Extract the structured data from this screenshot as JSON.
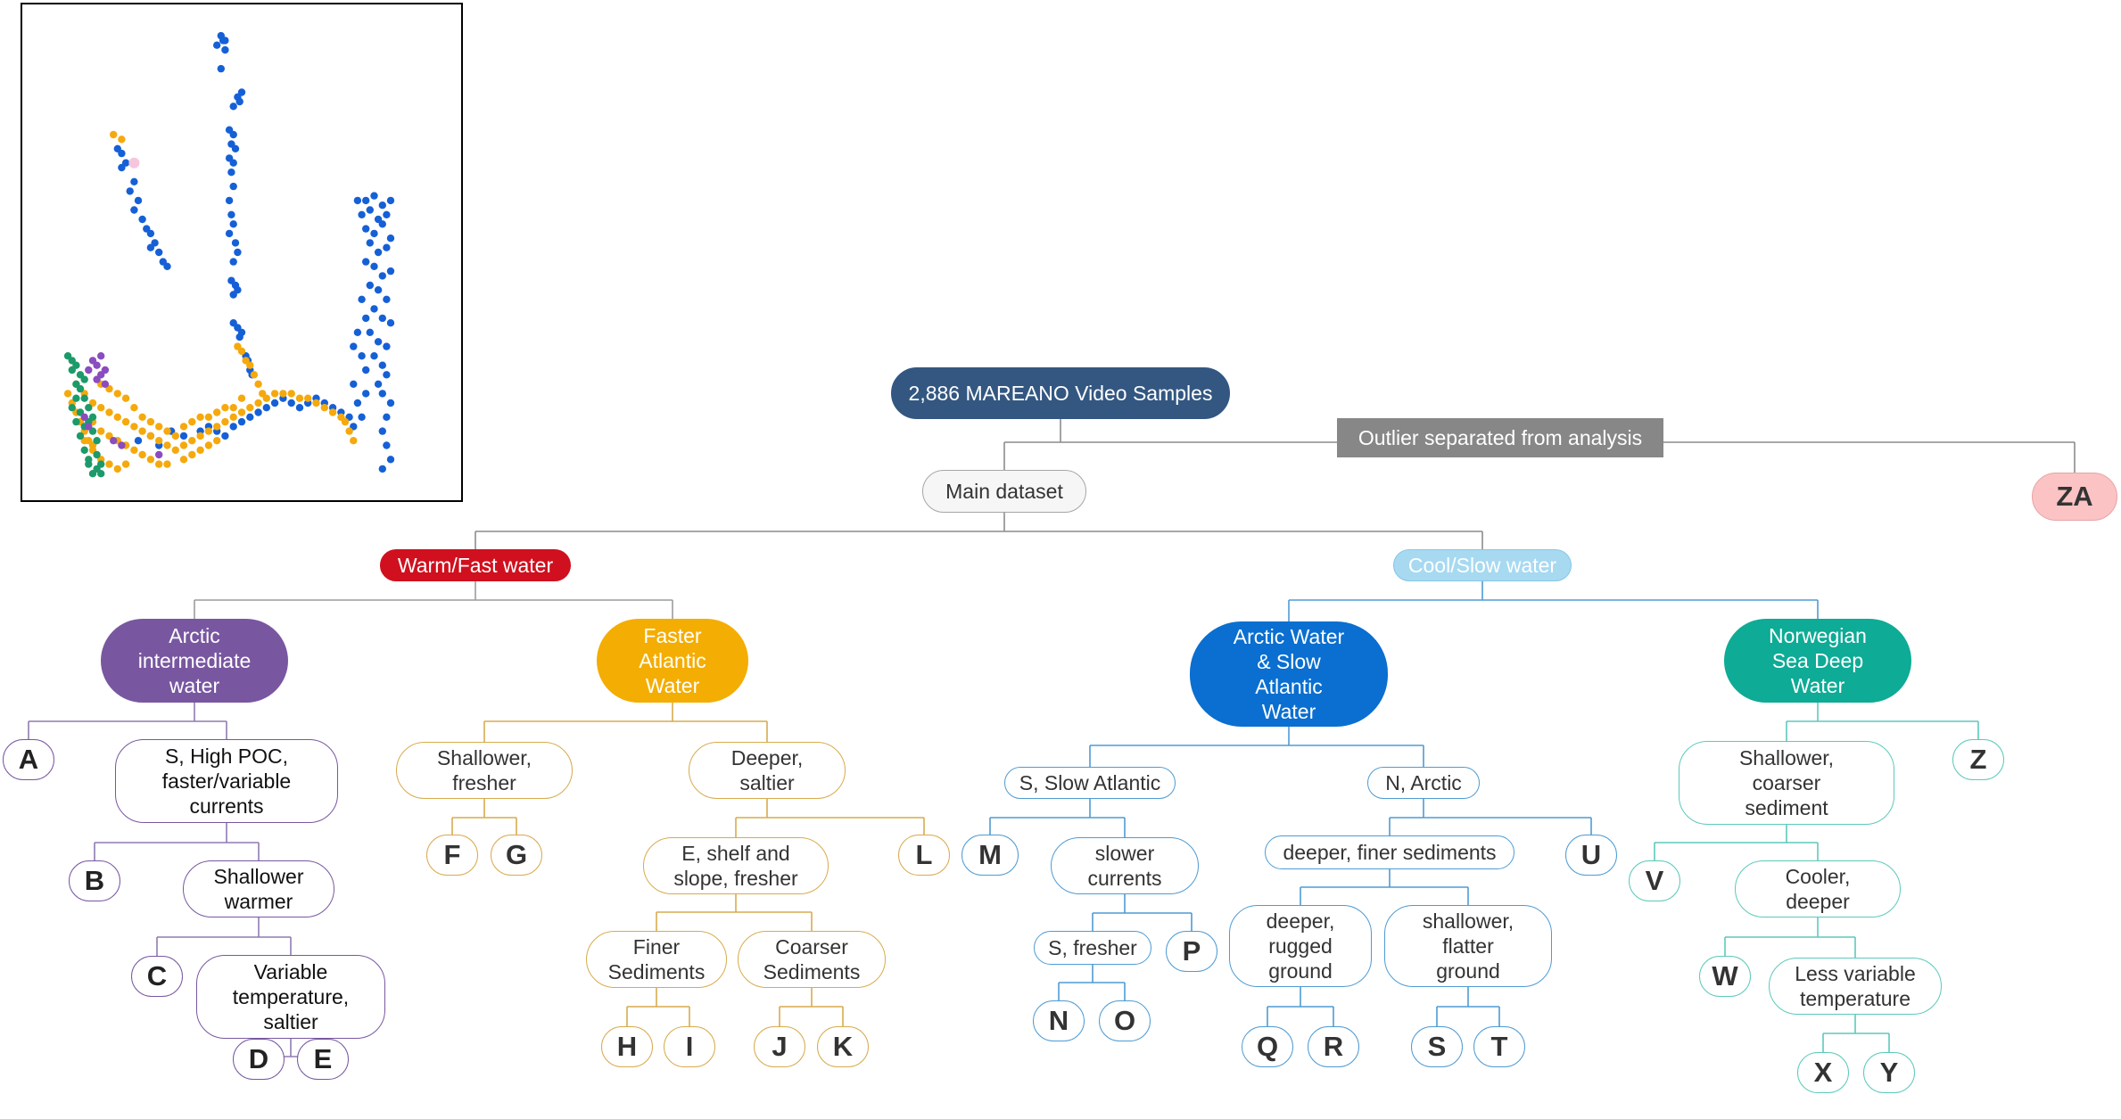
{
  "colors": {
    "root": "#335781",
    "outlier": "#878787",
    "za": "#fbc3c4",
    "warm": "#d0101e",
    "cool": "#a7d9f1",
    "purple": "#7857a0",
    "orange": "#f4ad02",
    "blue": "#0a6fd0",
    "teal": "#0eab96",
    "scatter_blue": "#1560d6",
    "scatter_orange": "#f5a90c",
    "scatter_green": "#1c9a6a",
    "scatter_purple": "#8a4cbf",
    "scatter_pink": "#f6c6dd"
  },
  "scatter": {
    "xlim": [
      0,
      100
    ],
    "ylim": [
      0,
      100
    ],
    "series": [
      {
        "color": "#1560d6",
        "points": [
          [
            45,
            96
          ],
          [
            46,
            95
          ],
          [
            44,
            94
          ],
          [
            46,
            93
          ],
          [
            45.5,
            95
          ],
          [
            45,
            89
          ],
          [
            49,
            83
          ],
          [
            50,
            84
          ],
          [
            49.5,
            82
          ],
          [
            48,
            81
          ],
          [
            47,
            76
          ],
          [
            48,
            75
          ],
          [
            47.5,
            73
          ],
          [
            48.5,
            72
          ],
          [
            47,
            70
          ],
          [
            48,
            69
          ],
          [
            47.5,
            67
          ],
          [
            48,
            64
          ],
          [
            47,
            61
          ],
          [
            47.5,
            58
          ],
          [
            48,
            56
          ],
          [
            47,
            54
          ],
          [
            48.5,
            52
          ],
          [
            49,
            50
          ],
          [
            48,
            48
          ],
          [
            47.5,
            44
          ],
          [
            48.5,
            43
          ],
          [
            49,
            42
          ],
          [
            48,
            41
          ],
          [
            20,
            72
          ],
          [
            21,
            71
          ],
          [
            22,
            69
          ],
          [
            21,
            68
          ],
          [
            24,
            65
          ],
          [
            23,
            63
          ],
          [
            25,
            61
          ],
          [
            24,
            59
          ],
          [
            26,
            57
          ],
          [
            27,
            55
          ],
          [
            28,
            54
          ],
          [
            29,
            52
          ],
          [
            28,
            51
          ],
          [
            30,
            50
          ],
          [
            31,
            48
          ],
          [
            32,
            47
          ],
          [
            48,
            35
          ],
          [
            49,
            34
          ],
          [
            50,
            33
          ],
          [
            49.5,
            32
          ],
          [
            51,
            28
          ],
          [
            51.5,
            27
          ],
          [
            52,
            25
          ],
          [
            52.5,
            24
          ],
          [
            78,
            61
          ],
          [
            80,
            61
          ],
          [
            82,
            62
          ],
          [
            84,
            60
          ],
          [
            86,
            61
          ],
          [
            79,
            58
          ],
          [
            81,
            59
          ],
          [
            83,
            57
          ],
          [
            85,
            58
          ],
          [
            80,
            55
          ],
          [
            82,
            54
          ],
          [
            84,
            56
          ],
          [
            86,
            53
          ],
          [
            81,
            52
          ],
          [
            83,
            50
          ],
          [
            85,
            51
          ],
          [
            80,
            48
          ],
          [
            82,
            47
          ],
          [
            84,
            45
          ],
          [
            86,
            46
          ],
          [
            81,
            43
          ],
          [
            83,
            42
          ],
          [
            85,
            40
          ],
          [
            82,
            38
          ],
          [
            84,
            36
          ],
          [
            86,
            35
          ],
          [
            81,
            33
          ],
          [
            83,
            31
          ],
          [
            85,
            30
          ],
          [
            82,
            28
          ],
          [
            84,
            26
          ],
          [
            85,
            24
          ],
          [
            83,
            22
          ],
          [
            84,
            20
          ],
          [
            86,
            18
          ],
          [
            85,
            15
          ],
          [
            84,
            12
          ],
          [
            85,
            9
          ],
          [
            86,
            6
          ],
          [
            84,
            4
          ],
          [
            78,
            18
          ],
          [
            79,
            15
          ],
          [
            80,
            20
          ],
          [
            77,
            22
          ],
          [
            80,
            25
          ],
          [
            79,
            28
          ],
          [
            77,
            30
          ],
          [
            78,
            33
          ],
          [
            80,
            36
          ],
          [
            79,
            40
          ],
          [
            60,
            19
          ],
          [
            62,
            18
          ],
          [
            64,
            17
          ],
          [
            66,
            18
          ],
          [
            68,
            19
          ],
          [
            70,
            18
          ],
          [
            72,
            17
          ],
          [
            74,
            16
          ],
          [
            76,
            15
          ],
          [
            77,
            13
          ],
          [
            58,
            18
          ],
          [
            56,
            17
          ],
          [
            54,
            16
          ],
          [
            52,
            15
          ],
          [
            50,
            14
          ],
          [
            48,
            13
          ],
          [
            46,
            11
          ],
          [
            44,
            12
          ],
          [
            42,
            13
          ],
          [
            40,
            12
          ],
          [
            25,
            10
          ],
          [
            28,
            11
          ],
          [
            30,
            9
          ],
          [
            33,
            12
          ],
          [
            36,
            11
          ]
        ]
      },
      {
        "color": "#f5a90c",
        "points": [
          [
            10,
            22
          ],
          [
            12,
            20
          ],
          [
            14,
            18
          ],
          [
            16,
            17
          ],
          [
            18,
            16
          ],
          [
            20,
            15
          ],
          [
            22,
            14
          ],
          [
            24,
            13
          ],
          [
            26,
            12
          ],
          [
            28,
            11
          ],
          [
            30,
            10
          ],
          [
            32,
            9
          ],
          [
            34,
            8
          ],
          [
            36,
            9
          ],
          [
            38,
            10
          ],
          [
            40,
            11
          ],
          [
            42,
            12
          ],
          [
            44,
            13
          ],
          [
            46,
            14
          ],
          [
            48,
            15
          ],
          [
            50,
            16
          ],
          [
            52,
            17
          ],
          [
            54,
            18
          ],
          [
            56,
            19
          ],
          [
            58,
            20
          ],
          [
            60,
            20
          ],
          [
            62,
            20
          ],
          [
            64,
            19
          ],
          [
            66,
            19
          ],
          [
            68,
            18
          ],
          [
            70,
            17
          ],
          [
            72,
            16
          ],
          [
            74,
            15
          ],
          [
            75,
            14
          ],
          [
            76,
            12
          ],
          [
            77,
            10
          ],
          [
            16,
            22
          ],
          [
            18,
            21
          ],
          [
            20,
            20
          ],
          [
            22,
            19
          ],
          [
            24,
            17
          ],
          [
            26,
            15
          ],
          [
            28,
            14
          ],
          [
            30,
            13
          ],
          [
            32,
            12
          ],
          [
            34,
            11
          ],
          [
            36,
            13
          ],
          [
            38,
            14
          ],
          [
            40,
            15
          ],
          [
            42,
            15
          ],
          [
            44,
            16
          ],
          [
            46,
            17
          ],
          [
            48,
            17
          ],
          [
            50,
            19
          ],
          [
            14,
            14
          ],
          [
            16,
            12
          ],
          [
            18,
            11
          ],
          [
            20,
            10
          ],
          [
            22,
            9
          ],
          [
            24,
            8
          ],
          [
            26,
            7
          ],
          [
            28,
            6
          ],
          [
            30,
            5
          ],
          [
            32,
            5
          ],
          [
            12,
            10
          ],
          [
            14,
            8
          ],
          [
            16,
            6
          ],
          [
            18,
            5
          ],
          [
            20,
            4
          ],
          [
            22,
            5
          ],
          [
            8,
            20
          ],
          [
            9,
            18
          ],
          [
            10,
            16
          ],
          [
            11,
            14
          ],
          [
            12,
            12
          ],
          [
            13,
            10
          ],
          [
            14,
            9
          ],
          [
            49,
            30
          ],
          [
            50,
            29
          ],
          [
            51,
            27
          ],
          [
            52,
            26
          ],
          [
            53,
            24
          ],
          [
            54,
            22
          ],
          [
            55,
            20
          ],
          [
            36,
            6
          ],
          [
            38,
            7
          ],
          [
            40,
            8
          ],
          [
            42,
            9
          ],
          [
            44,
            10
          ],
          [
            19,
            75
          ],
          [
            21,
            74
          ]
        ]
      },
      {
        "color": "#1c9a6a",
        "points": [
          [
            8,
            28
          ],
          [
            9,
            27
          ],
          [
            10,
            26
          ],
          [
            11,
            24
          ],
          [
            12,
            23
          ],
          [
            9,
            25
          ],
          [
            10,
            22
          ],
          [
            11,
            21
          ],
          [
            12,
            19
          ],
          [
            13,
            17
          ],
          [
            13,
            14
          ],
          [
            14,
            12
          ],
          [
            15,
            10
          ],
          [
            15,
            7
          ],
          [
            16,
            5
          ],
          [
            15,
            4
          ],
          [
            14,
            3
          ],
          [
            13,
            5
          ],
          [
            12,
            8
          ],
          [
            11,
            11
          ],
          [
            10,
            14
          ],
          [
            9,
            17
          ],
          [
            10,
            19
          ],
          [
            11,
            16
          ],
          [
            12,
            13
          ],
          [
            14,
            15
          ],
          [
            13,
            6
          ],
          [
            16,
            3
          ]
        ]
      },
      {
        "color": "#8a4cbf",
        "points": [
          [
            14,
            27
          ],
          [
            15,
            26
          ],
          [
            16,
            24
          ],
          [
            15,
            23
          ],
          [
            17,
            22
          ],
          [
            13,
            25
          ],
          [
            16,
            28
          ],
          [
            17,
            25
          ],
          [
            12,
            15
          ],
          [
            13,
            13
          ],
          [
            19,
            10
          ],
          [
            21,
            9
          ],
          [
            30,
            7
          ]
        ]
      },
      {
        "color": "#f6c6dd",
        "points": [
          [
            24,
            69
          ]
        ]
      }
    ]
  },
  "nodes": {
    "root": "2,886 MAREANO Video Samples",
    "outlier": "Outlier separated from analysis",
    "za": "ZA",
    "main": "Main dataset",
    "warm": "Warm/Fast water",
    "cool": "Cool/Slow water",
    "arctic_int": "Arctic\nintermediate\nwater",
    "faster_atl": "Faster\nAtlantic\nWater",
    "arctic_slow": "Arctic Water\n& Slow\nAtlantic\nWater",
    "norw_deep": "Norwegian\nSea Deep\nWater",
    "A": "A",
    "s_high_poc": "S, High POC,\nfaster/variable\ncurrents",
    "B": "B",
    "shallower_warmer": "Shallower\nwarmer",
    "C": "C",
    "variable_temp": "Variable\ntemperature,\nsaltier",
    "D": "D",
    "E": "E",
    "shallower_fresher": "Shallower,\nfresher",
    "deeper_saltier": "Deeper,\nsaltier",
    "F": "F",
    "G": "G",
    "e_shelf": "E, shelf and\nslope, fresher",
    "L": "L",
    "finer_sed": "Finer\nSediments",
    "coarser_sed": "Coarser\nSediments",
    "H": "H",
    "I": "I",
    "J": "J",
    "K": "K",
    "s_slow_atl": "S, Slow Atlantic",
    "n_arctic": "N, Arctic",
    "M": "M",
    "slower_curr": "slower\ncurrents",
    "s_fresher": "S, fresher",
    "P": "P",
    "N": "N",
    "O": "O",
    "deeper_finer": "deeper, finer sediments",
    "U": "U",
    "deeper_rugged": "deeper,\nrugged\nground",
    "shallower_flatter": "shallower,\nflatter\nground",
    "Q": "Q",
    "R": "R",
    "S": "S",
    "T": "T",
    "shallower_coarser": "Shallower,\ncoarser\nsediment",
    "Z": "Z",
    "V": "V",
    "cooler_deeper": "Cooler,\ndeeper",
    "W": "W",
    "less_variable": "Less variable\ntemperature",
    "X": "X",
    "Y": "Y"
  }
}
